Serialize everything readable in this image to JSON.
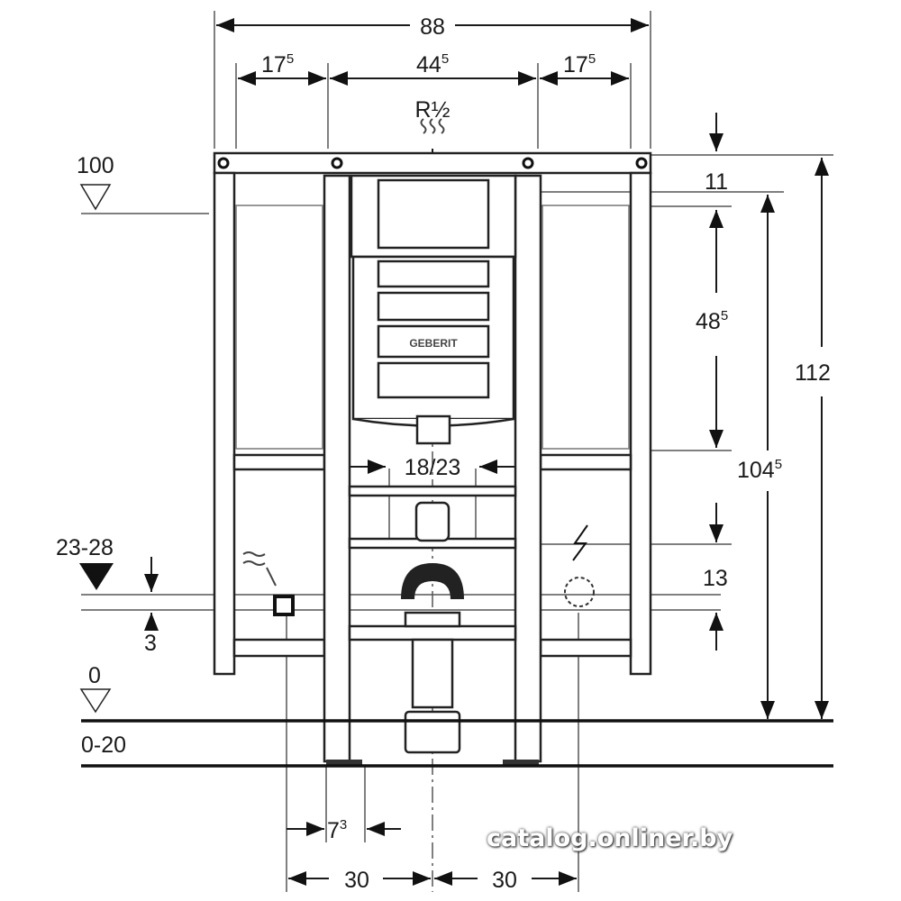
{
  "diagram": {
    "brand_logo": "GEBERIT",
    "dimensions": {
      "overall_width": "88",
      "side_left": {
        "main": "17",
        "sup": "5"
      },
      "center_width": {
        "main": "44",
        "sup": "5"
      },
      "side_right": {
        "main": "17",
        "sup": "5"
      },
      "supply": "R½",
      "top_offset": "11",
      "cistern_height": {
        "main": "48",
        "sup": "5"
      },
      "frame_height": "112",
      "inner_height": {
        "main": "104",
        "sup": "5"
      },
      "bolt_spacing": "18/23",
      "drain_offset": "13",
      "level_top": "100",
      "level_outlet": "23-28",
      "outlet_offset": "3",
      "level_floor": "0",
      "floor_build": "0-20",
      "post_offset": {
        "main": "7",
        "sup": "3"
      },
      "left_spacing": "30",
      "right_spacing": "30"
    }
  },
  "watermark": "catalog.onliner.by"
}
